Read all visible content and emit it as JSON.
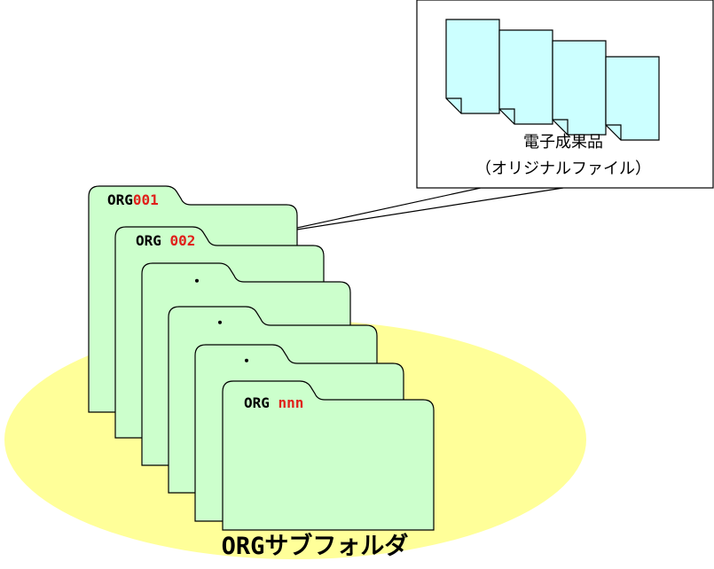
{
  "caption": "ORGサブフォルダ",
  "callout": {
    "line1": "電子成果品",
    "line2": "（オリジナルファイル）"
  },
  "folders": [
    {
      "prefix": "ORG",
      "suffix": "001"
    },
    {
      "prefix": "ORG ",
      "suffix": "002"
    },
    {
      "prefix": "・",
      "suffix": ""
    },
    {
      "prefix": "・",
      "suffix": ""
    },
    {
      "prefix": "・",
      "suffix": ""
    },
    {
      "prefix": "ORG ",
      "suffix": "nnn"
    }
  ],
  "colors": {
    "folder_fill": "#ccffcc",
    "document_fill": "#ccffff",
    "ellipse_fill": "#ffff99",
    "number_text": "#e0201a"
  }
}
